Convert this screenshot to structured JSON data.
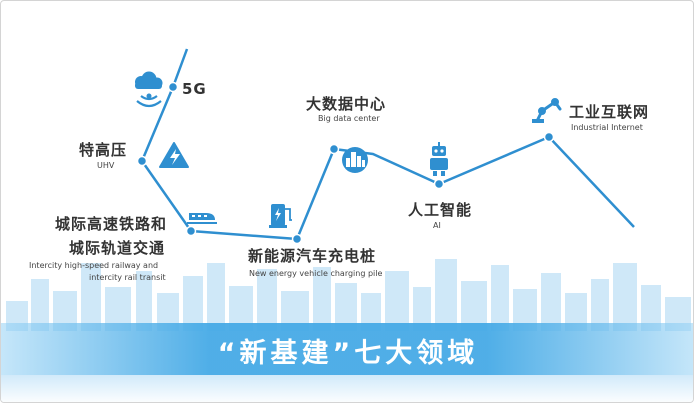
{
  "banner": {
    "title": "“新基建”七大领域"
  },
  "nodes": [
    {
      "id": "5g",
      "cn": "5G",
      "en": "",
      "icon": "cloud-signal-icon"
    },
    {
      "id": "uhv",
      "cn": "特高压",
      "en": "UHV",
      "icon": "lightning-triangle-icon"
    },
    {
      "id": "rail",
      "cn_line1": "城际高速铁路和",
      "cn_line2": "城际轨道交通",
      "en_line1": "Intercity high-speed railway and",
      "en_line2": "intercity rail transit",
      "icon": "train-icon"
    },
    {
      "id": "charging",
      "cn": "新能源汽车充电桩",
      "en": "New energy vehicle charging pile",
      "icon": "charging-pile-icon"
    },
    {
      "id": "bigdata",
      "cn": "大数据中心",
      "en": "Big data center",
      "icon": "city-building-icon"
    },
    {
      "id": "ai",
      "cn": "人工智能",
      "en": "AI",
      "icon": "robot-icon"
    },
    {
      "id": "iiot",
      "cn": "工业互联网",
      "en": "Industrial Internet",
      "icon": "robot-arm-icon"
    }
  ],
  "colors": {
    "line": "#2f8fd0",
    "dot": "#2f8fd0",
    "banner": "#4aaae6",
    "skyline": "#bfe0f6"
  }
}
